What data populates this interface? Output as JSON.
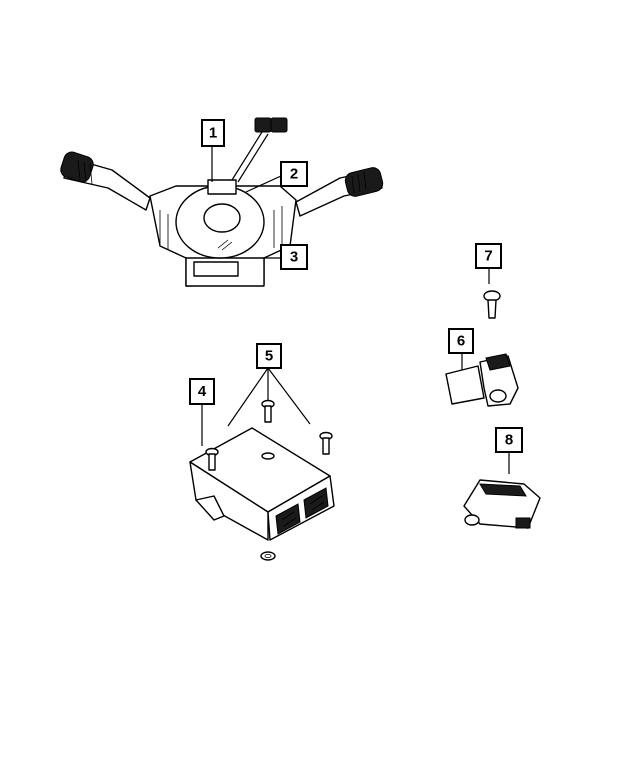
{
  "callouts": {
    "c1": "1",
    "c2": "2",
    "c3": "3",
    "c4": "4",
    "c5": "5",
    "c6": "6",
    "c7": "7",
    "c8": "8"
  },
  "colors": {
    "stroke": "#000000",
    "fill": "#ffffff",
    "dark": "#1a1a1a"
  }
}
